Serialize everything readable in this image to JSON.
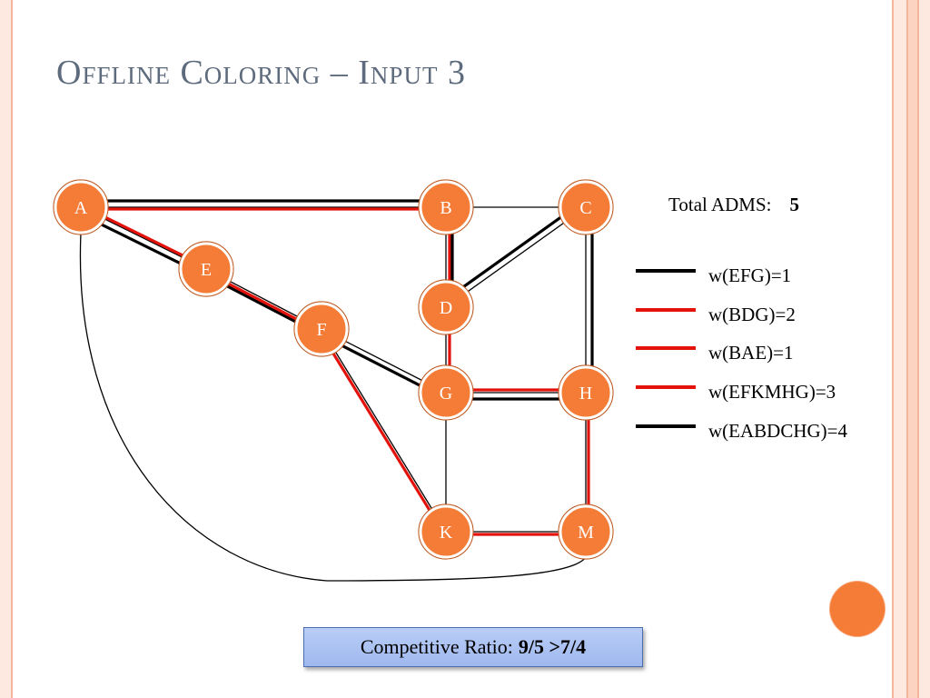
{
  "title": "Offline Coloring – Input 3",
  "colors": {
    "black": "#000000",
    "red": "#e3120b",
    "node_fill": "#f47c36",
    "accent_box": "#b9cdf6"
  },
  "nodes": [
    "A",
    "B",
    "C",
    "D",
    "E",
    "F",
    "G",
    "H",
    "K",
    "M"
  ],
  "edges": [
    [
      "A",
      "B"
    ],
    [
      "B",
      "C"
    ],
    [
      "A",
      "E"
    ],
    [
      "E",
      "F"
    ],
    [
      "F",
      "G"
    ],
    [
      "F",
      "K"
    ],
    [
      "B",
      "D"
    ],
    [
      "C",
      "D"
    ],
    [
      "D",
      "G"
    ],
    [
      "C",
      "H"
    ],
    [
      "G",
      "H"
    ],
    [
      "G",
      "K"
    ],
    [
      "H",
      "M"
    ],
    [
      "K",
      "M"
    ],
    [
      "A",
      "M"
    ]
  ],
  "paths": [
    {
      "name": "EFG",
      "weight": 1,
      "color": "#000000",
      "route": [
        "E",
        "F",
        "G"
      ]
    },
    {
      "name": "BDG",
      "weight": 2,
      "color": "#e3120b",
      "route": [
        "B",
        "D",
        "G"
      ]
    },
    {
      "name": "BAE",
      "weight": 1,
      "color": "#e3120b",
      "route": [
        "B",
        "A",
        "E"
      ]
    },
    {
      "name": "EFKMHG",
      "weight": 3,
      "color": "#e3120b",
      "route": [
        "E",
        "F",
        "K",
        "M",
        "H",
        "G"
      ]
    },
    {
      "name": "EABDCHG",
      "weight": 4,
      "color": "#000000",
      "route": [
        "E",
        "A",
        "B",
        "D",
        "C",
        "H",
        "G"
      ]
    }
  ],
  "total": {
    "label": "Total ADMS:",
    "value": "5"
  },
  "legend": [
    {
      "label": "w(EFG)=1",
      "color": "#000000"
    },
    {
      "label": "w(BDG)=2",
      "color": "#e3120b"
    },
    {
      "label": "w(BAE)=1",
      "color": "#e3120b"
    },
    {
      "label": "w(EFKMHG)=3",
      "color": "#e3120b"
    },
    {
      "label": "w(EABDCHG)=4",
      "color": "#000000"
    }
  ],
  "ratio": {
    "label": "Competitive Ratio:",
    "value": "9/5 >7/4"
  }
}
